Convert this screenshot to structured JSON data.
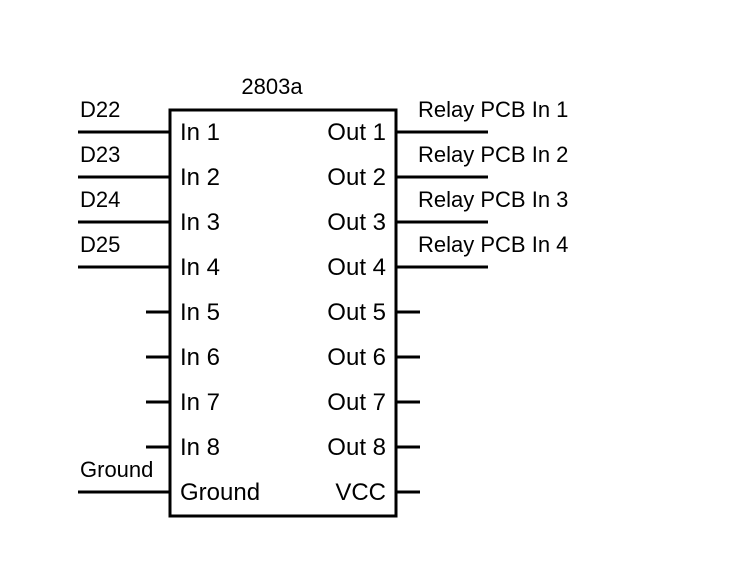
{
  "chip": {
    "name": "2803a"
  },
  "left_pins": [
    {
      "label": "In 1",
      "net": "D22"
    },
    {
      "label": "In 2",
      "net": "D23"
    },
    {
      "label": "In 3",
      "net": "D24"
    },
    {
      "label": "In 4",
      "net": "D25"
    },
    {
      "label": "In 5",
      "net": ""
    },
    {
      "label": "In 6",
      "net": ""
    },
    {
      "label": "In 7",
      "net": ""
    },
    {
      "label": "In 8",
      "net": ""
    },
    {
      "label": "Ground",
      "net": "Ground"
    }
  ],
  "right_pins": [
    {
      "label": "Out 1",
      "net": "Relay PCB In 1"
    },
    {
      "label": "Out 2",
      "net": "Relay PCB In 2"
    },
    {
      "label": "Out 3",
      "net": "Relay PCB In 3"
    },
    {
      "label": "Out 4",
      "net": "Relay PCB In 4"
    },
    {
      "label": "Out 5",
      "net": ""
    },
    {
      "label": "Out 6",
      "net": ""
    },
    {
      "label": "Out 7",
      "net": ""
    },
    {
      "label": "Out 8",
      "net": ""
    },
    {
      "label": "VCC",
      "net": ""
    }
  ],
  "colors": {
    "line": "#000000",
    "background": "#ffffff"
  }
}
